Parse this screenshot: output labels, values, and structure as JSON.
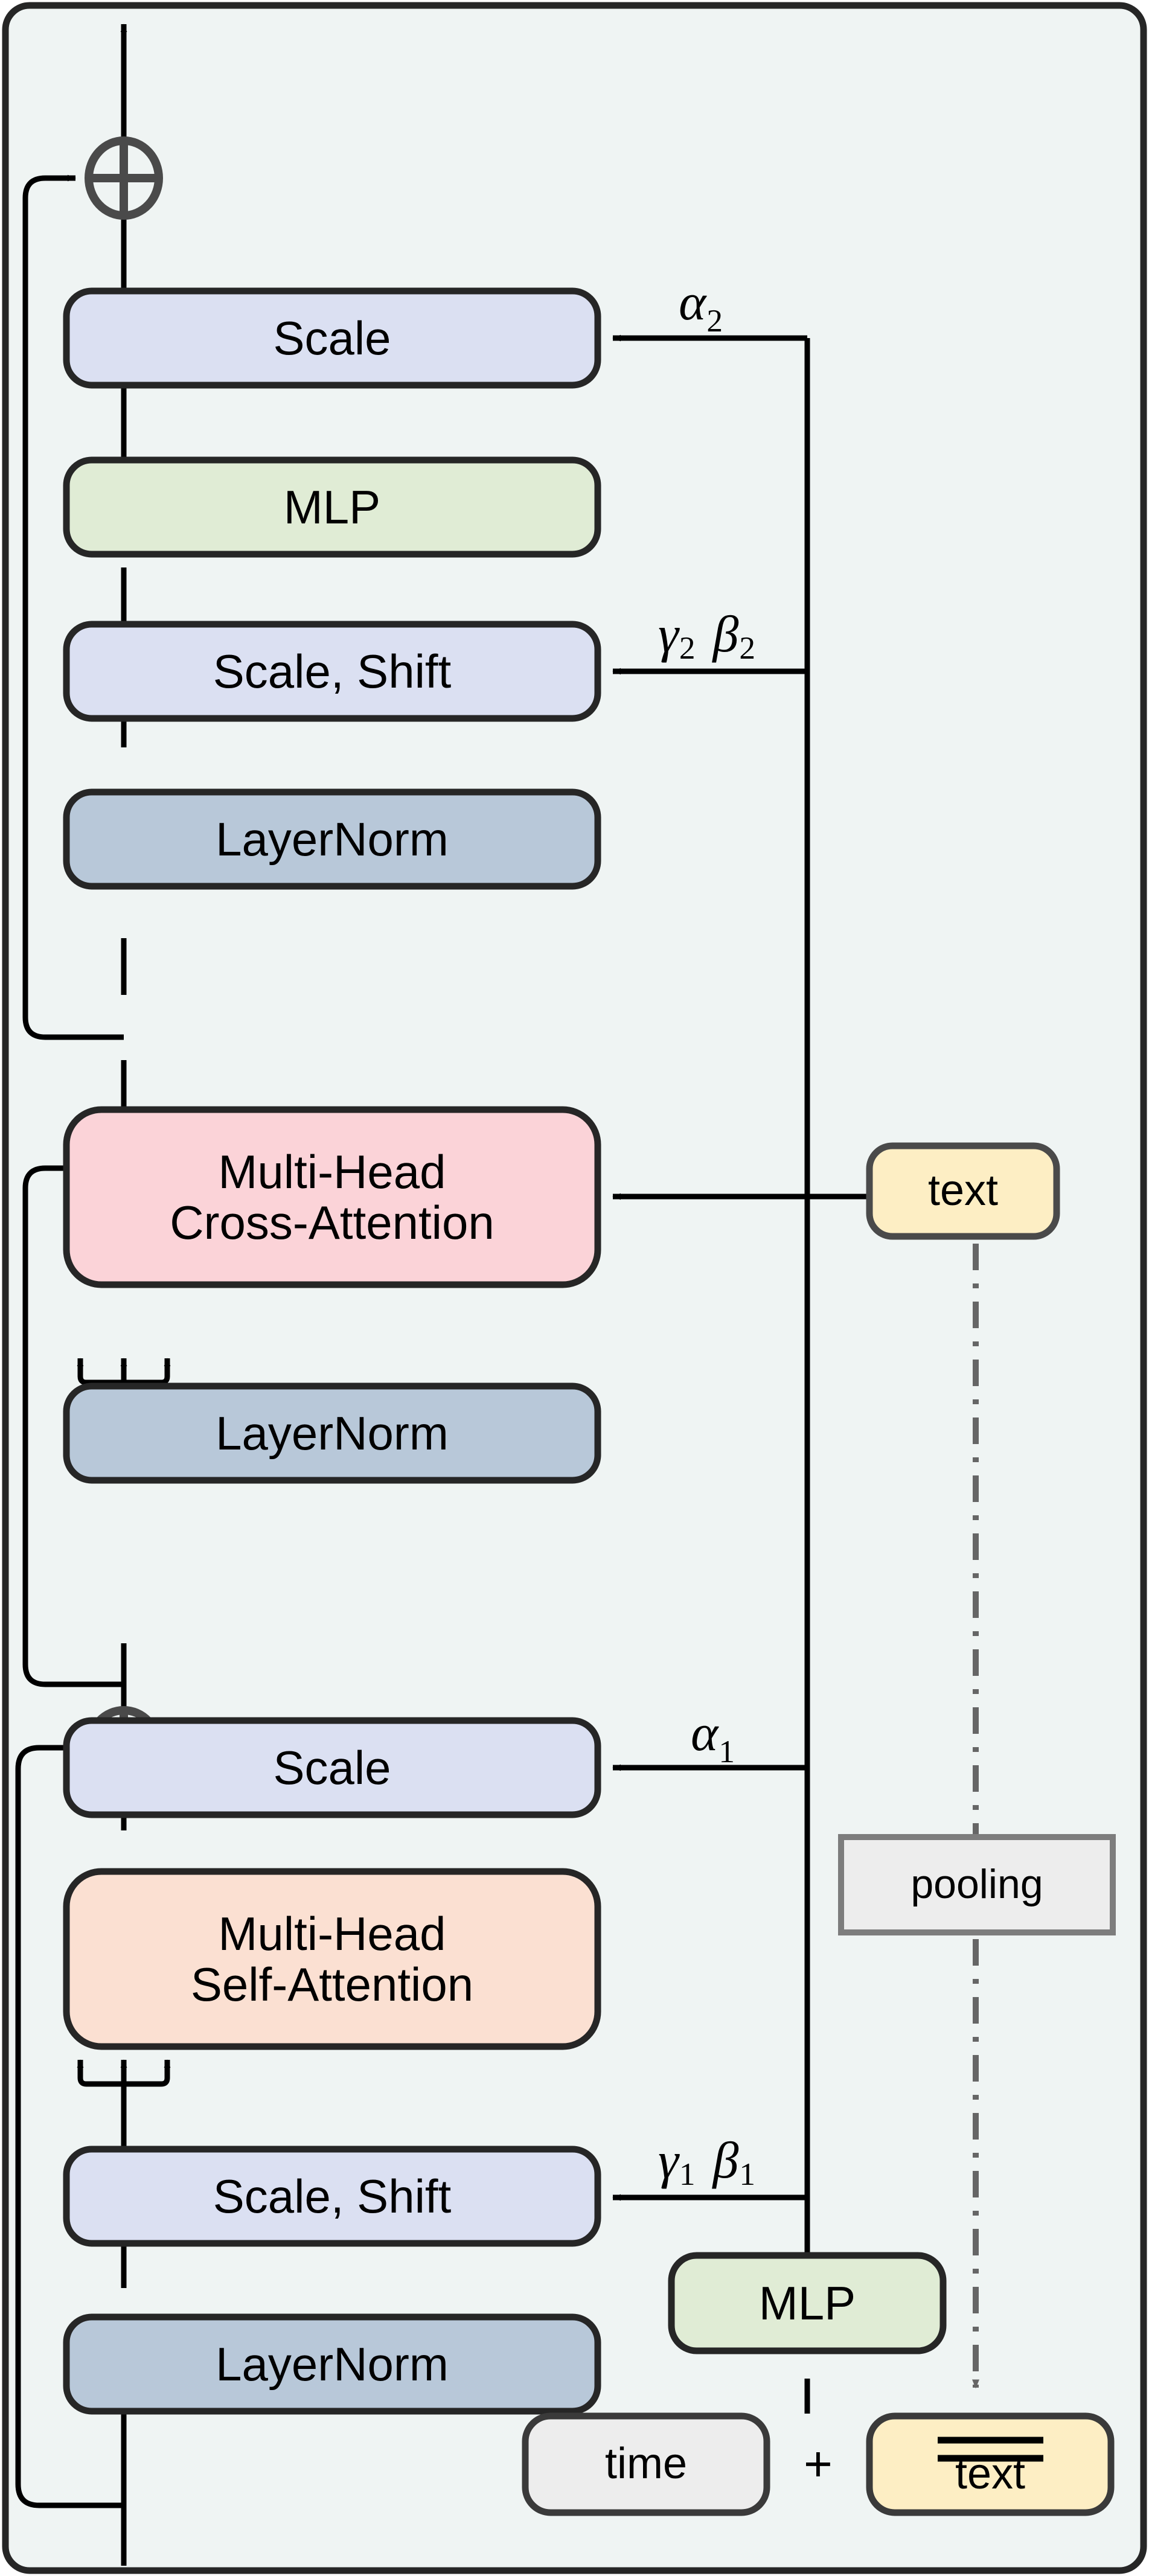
{
  "diagram": {
    "title": "MMDiT-style conditioned transformer block",
    "canvas": {
      "background": "#ffffff",
      "panel_fill": "#eff4f3",
      "panel_border": "#262626"
    },
    "palette": {
      "scale_fill": "#dbe0f2",
      "scale_border": "#262626",
      "mlp_fill": "#e0ecd5",
      "mlp_border": "#262626",
      "layernorm_fill": "#b8c8d9",
      "layernorm_border": "#262626",
      "cross_attention_fill": "#fbd3d8",
      "cross_attention_border": "#262626",
      "self_attention_fill": "#fbe0d2",
      "self_attention_border": "#262626",
      "text_fill": "#fdeec4",
      "text_border": "#4a4a4a",
      "pooling_fill": "#ededed",
      "pooling_border": "#7d7d7d",
      "time_fill": "#ededed",
      "time_border": "#3a3a3a",
      "line": "#000000",
      "circle_line": "#4a4a4a",
      "dashdot_line": "#666666"
    },
    "blocks": [
      {
        "id": "scale2",
        "label": "Scale"
      },
      {
        "id": "mlp2",
        "label": "MLP"
      },
      {
        "id": "scaleshift2",
        "label": "Scale, Shift"
      },
      {
        "id": "layernorm3",
        "label": "LayerNorm"
      },
      {
        "id": "crossattn",
        "label": "Multi-Head\nCross-Attention"
      },
      {
        "id": "layernorm2",
        "label": "LayerNorm"
      },
      {
        "id": "scale1",
        "label": "Scale"
      },
      {
        "id": "selfattn",
        "label": "Multi-Head\nSelf-Attention"
      },
      {
        "id": "scaleshift1",
        "label": "Scale, Shift"
      },
      {
        "id": "layernorm1",
        "label": "LayerNorm"
      },
      {
        "id": "text_cond",
        "label": "text"
      },
      {
        "id": "pooling",
        "label": "pooling"
      },
      {
        "id": "mlp_cond",
        "label": "MLP"
      },
      {
        "id": "time",
        "label": "time"
      },
      {
        "id": "text_pooled",
        "label": "text"
      }
    ],
    "labels": {
      "alpha2": {
        "base": "α",
        "sub": "2"
      },
      "gamma2": {
        "base": "γ",
        "sub": "2"
      },
      "beta2": {
        "base": "β",
        "sub": "2"
      },
      "alpha1": {
        "base": "α",
        "sub": "1"
      },
      "gamma1": {
        "base": "γ",
        "sub": "1"
      },
      "beta1": {
        "base": "β",
        "sub": "1"
      },
      "plus": "+"
    },
    "annotations": {
      "residual_adders": 3,
      "qkv_arrow_groups": 2,
      "pooled_text_overline": "double-overline over the word text",
      "pooling_path_style": "dash-dot vertical connector from text block down to pooled text block"
    }
  }
}
